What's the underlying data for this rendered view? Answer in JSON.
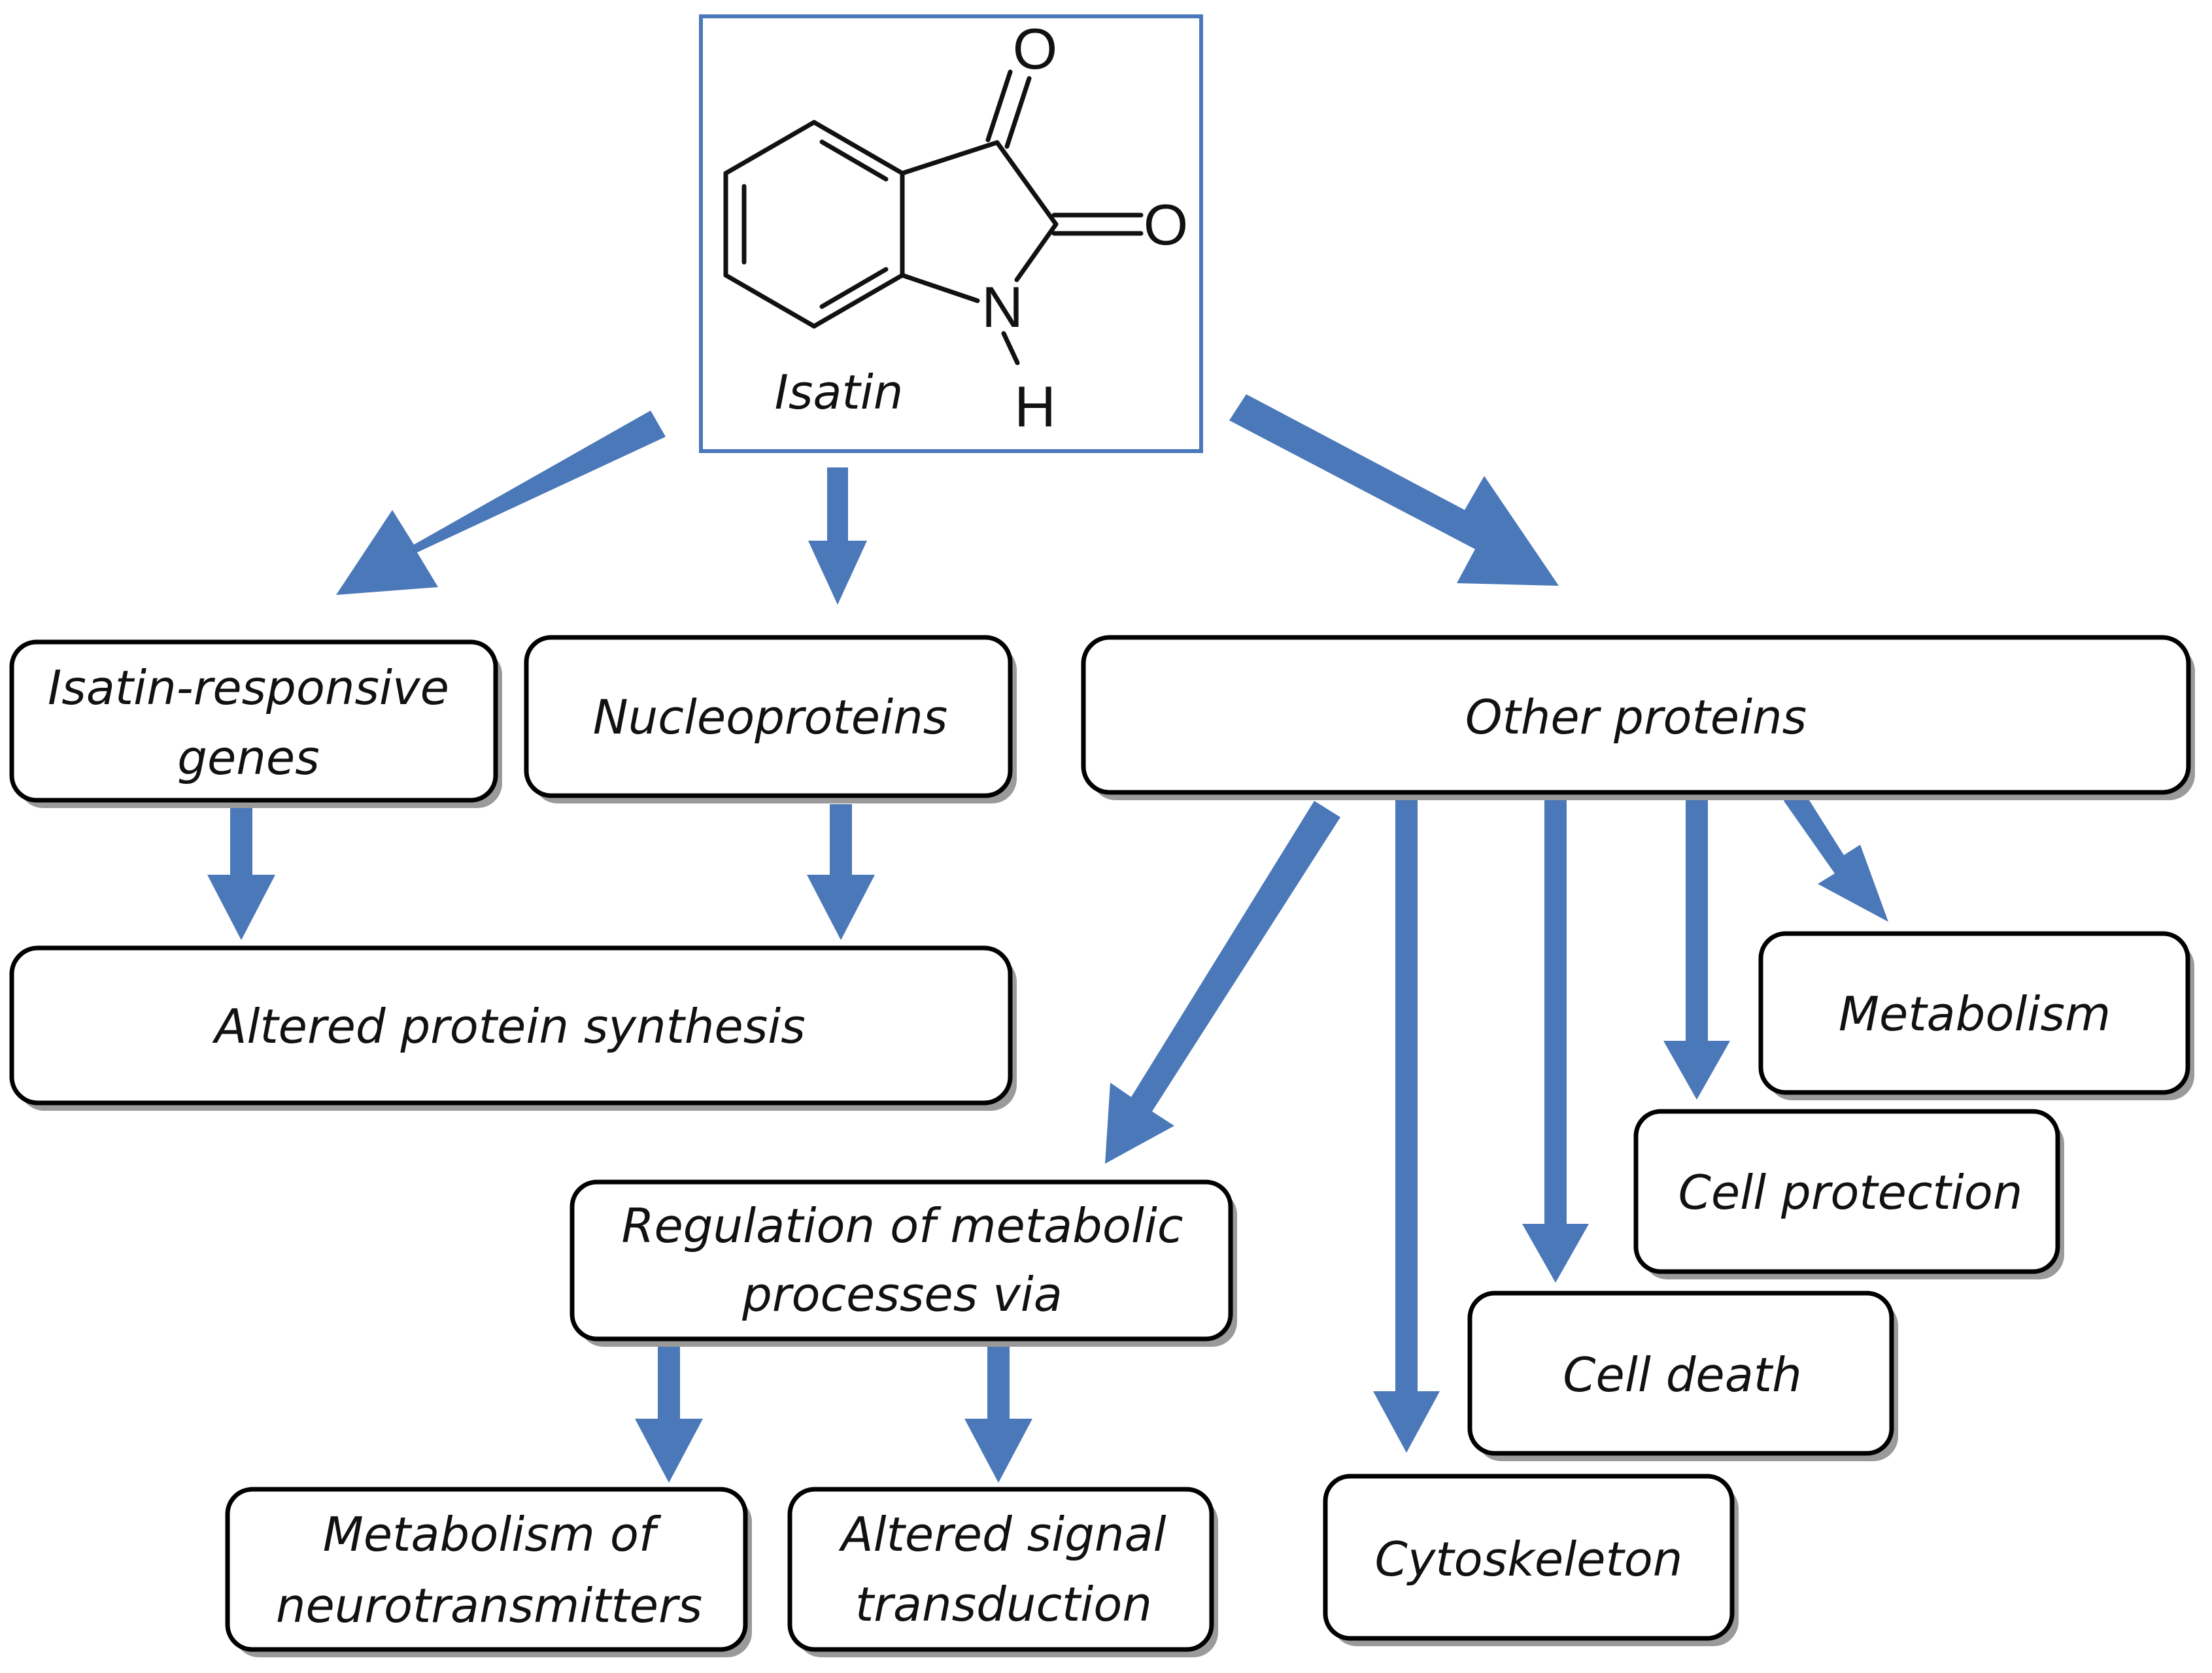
{
  "molecule": {
    "name": "Isatin",
    "atoms": {
      "oxygen_top": "O",
      "oxygen_right": "O",
      "nitrogen": "N",
      "hydrogen": "H"
    }
  },
  "boxes": {
    "isatin_responsive_genes": [
      "Isatin-responsive",
      "genes"
    ],
    "nucleoproteins": [
      "Nucleoproteins"
    ],
    "other_proteins": [
      "Other proteins"
    ],
    "altered_protein_synthesis": [
      "Altered protein synthesis"
    ],
    "metabolism": [
      "Metabolism"
    ],
    "cell_protection": [
      "Cell protection"
    ],
    "regulation_metabolic": [
      "Regulation of metabolic",
      "processes via"
    ],
    "cell_death": [
      "Cell death"
    ],
    "metabolism_neurotransmitters": [
      "Metabolism of",
      "neurotransmitters"
    ],
    "altered_signal": [
      "Altered signal",
      "transduction"
    ],
    "cytoskeleton": [
      "Cytoskeleton"
    ]
  },
  "colors": {
    "arrow": "#4a78b8",
    "frame": "#4a78b8",
    "box_border": "#000000",
    "box_shadow": "#9a9a9a"
  }
}
